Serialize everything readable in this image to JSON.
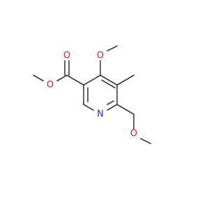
{
  "colors": {
    "bond": "#3c3c3c",
    "oxygen": "#e02020",
    "nitrogen": "#2a2ad0",
    "background": "#ffffff"
  },
  "atoms": {
    "ester_methyl_oxygen": "O",
    "carbonyl_oxygen": "O",
    "ring_methoxy_oxygen": "O",
    "ring_nitrogen": "N",
    "ether_oxygen": "O"
  }
}
